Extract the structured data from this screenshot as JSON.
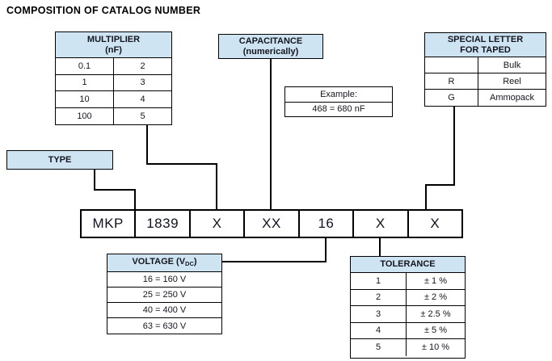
{
  "title": "COMPOSITION OF CATALOG NUMBER",
  "multiplier": {
    "header_line1": "MULTIPLIER",
    "header_line2": "(nF)",
    "rows": [
      [
        "0.1",
        "2"
      ],
      [
        "1",
        "3"
      ],
      [
        "10",
        "4"
      ],
      [
        "100",
        "5"
      ]
    ]
  },
  "capacitance": {
    "line1": "CAPACITANCE",
    "line2": "(numerically)"
  },
  "example": {
    "label": "Example:",
    "value": "468 = 680 nF"
  },
  "special_letter": {
    "header_line1": "SPECIAL LETTER",
    "header_line2": "FOR TAPED",
    "rows": [
      [
        "",
        "Bulk"
      ],
      [
        "R",
        "Reel"
      ],
      [
        "G",
        "Ammopack"
      ]
    ]
  },
  "type_box": {
    "label": "TYPE"
  },
  "catalog_row": {
    "cells": [
      "MKP",
      "1839",
      "X",
      "XX",
      "16",
      "X",
      "X"
    ]
  },
  "voltage": {
    "header_main": "VOLTAGE (V",
    "header_sub": "DC",
    "header_close": ")",
    "rows": [
      "16 = 160 V",
      "25 = 250 V",
      "40 = 400 V",
      "63 = 630 V"
    ]
  },
  "tolerance": {
    "header": "TOLERANCE",
    "rows": [
      [
        "1",
        "± 1 %"
      ],
      [
        "2",
        "± 2 %"
      ],
      [
        "3",
        "± 2.5 %"
      ],
      [
        "4",
        "± 5 %"
      ],
      [
        "5",
        "± 10 %"
      ]
    ]
  },
  "colors": {
    "header_fill": "#cfe4f2",
    "border": "#000000"
  }
}
